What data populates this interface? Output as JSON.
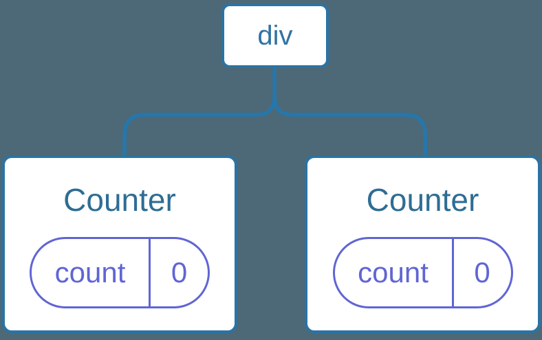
{
  "palette": {
    "background": "#4D6977",
    "stroke_blue": "#2B73A3",
    "connector_stroke": "#2577AC",
    "tag_text": "#3173A4",
    "component_text": "#2E6D94",
    "state_accent": "#6065D4",
    "node_fill": "#FFFFFF"
  },
  "tree": {
    "root": {
      "label": "div"
    },
    "children": [
      {
        "title": "Counter",
        "state": {
          "key": "count",
          "value": "0"
        }
      },
      {
        "title": "Counter",
        "state": {
          "key": "count",
          "value": "0"
        }
      }
    ]
  }
}
